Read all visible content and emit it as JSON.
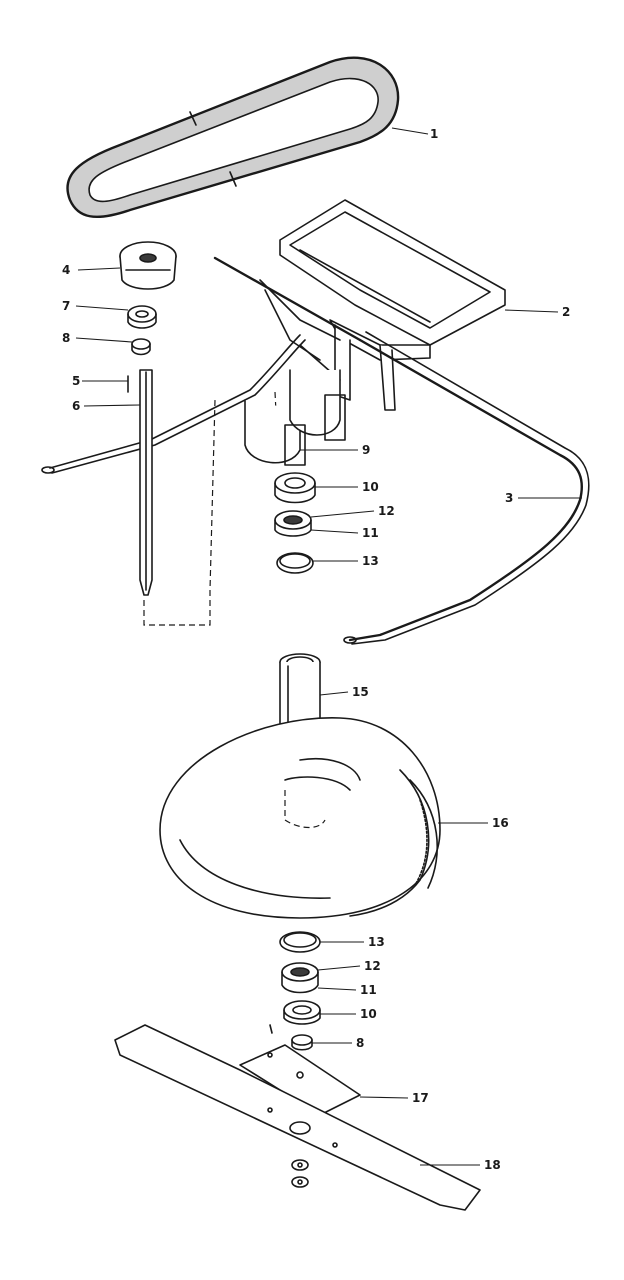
{
  "callouts": [
    {
      "id": "belt",
      "label": "1"
    },
    {
      "id": "deck-bracket",
      "label": "2"
    },
    {
      "id": "handle-bar",
      "label": "3"
    },
    {
      "id": "pulley",
      "label": "4"
    },
    {
      "id": "spacer-top",
      "label": "7"
    },
    {
      "id": "bushing-top",
      "label": "8"
    },
    {
      "id": "key",
      "label": "5"
    },
    {
      "id": "shaft",
      "label": "6"
    },
    {
      "id": "clamp",
      "label": "9"
    },
    {
      "id": "bearing-cup-top",
      "label": "10"
    },
    {
      "id": "bearing-race-top",
      "label": "12"
    },
    {
      "id": "bearing-cone-top",
      "label": "11"
    },
    {
      "id": "retaining-ring-top",
      "label": "13"
    },
    {
      "id": "spindle-tube",
      "label": "15"
    },
    {
      "id": "blade-housing",
      "label": "16"
    },
    {
      "id": "retaining-ring-bottom",
      "label": "13"
    },
    {
      "id": "bearing-race-bottom",
      "label": "12"
    },
    {
      "id": "bearing-cone-bottom",
      "label": "11"
    },
    {
      "id": "bearing-cup-bottom",
      "label": "10"
    },
    {
      "id": "bushing-bottom",
      "label": "8"
    },
    {
      "id": "blade-adapter",
      "label": "17"
    },
    {
      "id": "blade",
      "label": "18"
    }
  ]
}
